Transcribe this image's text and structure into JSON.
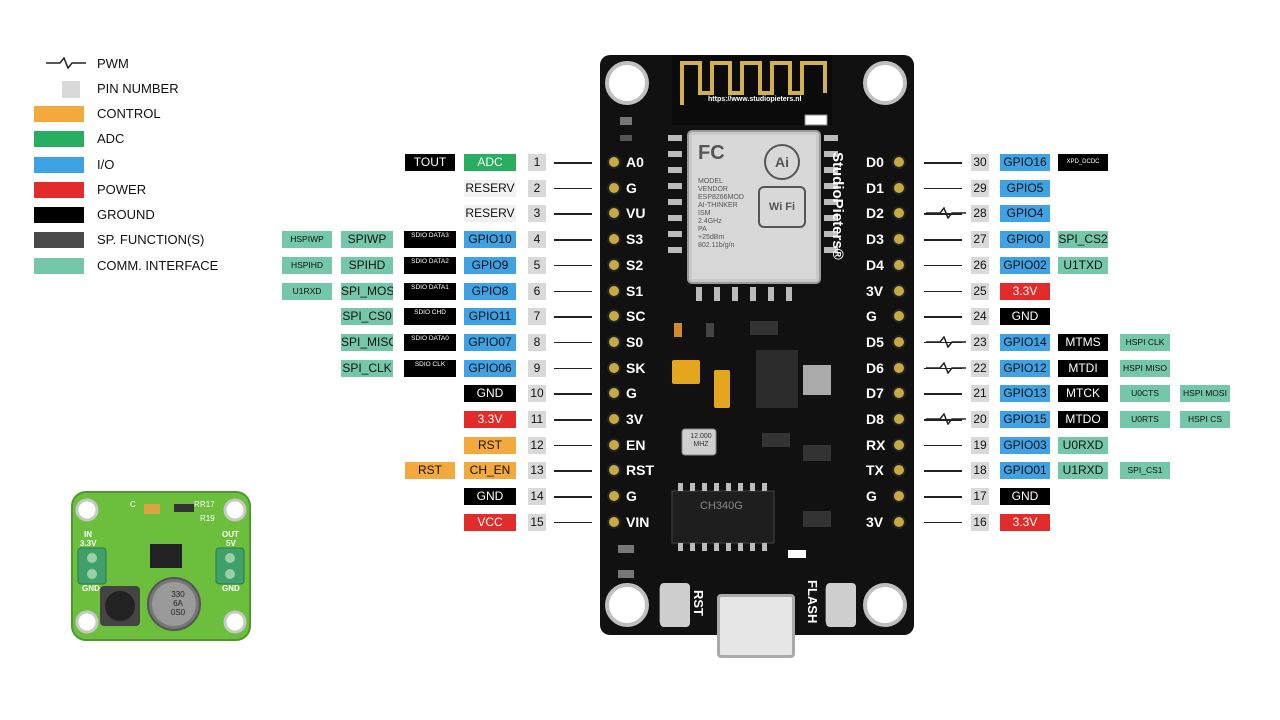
{
  "colors": {
    "control": "#f4a93c",
    "adc": "#27ae60",
    "io": "#3fa2e4",
    "power": "#e22c2c",
    "ground": "#000000",
    "sp_function": "#4a4a4a",
    "comm": "#74c7a8",
    "pin_number": "#d9d9d9",
    "reserv": "#f1f1f1",
    "board": "#111111"
  },
  "legend": {
    "pwm": "PWM",
    "pin_number": "PIN NUMBER",
    "control": "CONTROL",
    "adc": "ADC",
    "io": "I/O",
    "power": "POWER",
    "ground": "GROUND",
    "sp_function": "SP. FUNCTION(S)",
    "comm": "COMM. INTERFACE"
  },
  "left_pins": [
    {
      "num": "1",
      "board": "A0",
      "main": "ADC",
      "main_type": "adc",
      "extra": [
        {
          "text": "TOUT",
          "type": "ground"
        }
      ]
    },
    {
      "num": "2",
      "board": "G",
      "main": "RESERV",
      "main_type": "reserv",
      "extra": []
    },
    {
      "num": "3",
      "board": "VU",
      "main": "RESERV",
      "main_type": "reserv",
      "extra": []
    },
    {
      "num": "4",
      "board": "S3",
      "main": "GPIO10",
      "main_type": "io",
      "sdio": "SDIO DATA3",
      "extra": [
        {
          "text": "SPIWP",
          "type": "comm"
        },
        {
          "text": "HSPIWP",
          "type": "comm"
        }
      ]
    },
    {
      "num": "5",
      "board": "S2",
      "main": "GPIO9",
      "main_type": "io",
      "sdio": "SDIO DATA2",
      "extra": [
        {
          "text": "SPIHD",
          "type": "comm"
        },
        {
          "text": "HSPIHD",
          "type": "comm"
        }
      ]
    },
    {
      "num": "6",
      "board": "S1",
      "main": "GPIO8",
      "main_type": "io",
      "sdio": "SDIO DATA1",
      "extra": [
        {
          "text": "SPI_MOSI",
          "type": "comm"
        },
        {
          "text": "U1RXD",
          "type": "comm"
        }
      ]
    },
    {
      "num": "7",
      "board": "SC",
      "main": "GPIO11",
      "main_type": "io",
      "sdio": "SDIO CHD",
      "extra": [
        {
          "text": "SPI_CS0",
          "type": "comm"
        }
      ]
    },
    {
      "num": "8",
      "board": "S0",
      "main": "GPIO07",
      "main_type": "io",
      "sdio": "SDIO DATA0",
      "extra": [
        {
          "text": "SPI_MISO",
          "type": "comm"
        }
      ]
    },
    {
      "num": "9",
      "board": "SK",
      "main": "GPIO06",
      "main_type": "io",
      "sdio": "SDIO CLK",
      "extra": [
        {
          "text": "SPI_CLK",
          "type": "comm"
        }
      ]
    },
    {
      "num": "10",
      "board": "G",
      "main": "GND",
      "main_type": "ground",
      "extra": []
    },
    {
      "num": "11",
      "board": "3V",
      "main": "3.3V",
      "main_type": "power",
      "extra": []
    },
    {
      "num": "12",
      "board": "EN",
      "main": "RST",
      "main_type": "control",
      "extra": []
    },
    {
      "num": "13",
      "board": "RST",
      "main": "CH_EN",
      "main_type": "control",
      "extra": [
        {
          "text": "RST",
          "type": "control"
        }
      ]
    },
    {
      "num": "14",
      "board": "G",
      "main": "GND",
      "main_type": "ground",
      "extra": []
    },
    {
      "num": "15",
      "board": "VIN",
      "main": "VCC",
      "main_type": "power",
      "extra": []
    }
  ],
  "right_pins": [
    {
      "num": "30",
      "board": "D0",
      "main": "GPIO16",
      "main_type": "io",
      "pwm": false,
      "extra": [
        {
          "text": "XPD_DCDC",
          "type": "ground",
          "size": "tiny2"
        }
      ]
    },
    {
      "num": "29",
      "board": "D1",
      "main": "GPIO5",
      "main_type": "io",
      "pwm": false,
      "extra": []
    },
    {
      "num": "28",
      "board": "D2",
      "main": "GPIO4",
      "main_type": "io",
      "pwm": true,
      "extra": []
    },
    {
      "num": "27",
      "board": "D3",
      "main": "GPIO0",
      "main_type": "io",
      "pwm": false,
      "extra": [
        {
          "text": "SPI_CS2",
          "type": "comm"
        }
      ]
    },
    {
      "num": "26",
      "board": "D4",
      "main": "GPIO02",
      "main_type": "io",
      "pwm": false,
      "extra": [
        {
          "text": "U1TXD",
          "type": "comm"
        }
      ]
    },
    {
      "num": "25",
      "board": "3V",
      "main": "3.3V",
      "main_type": "power",
      "pwm": false,
      "extra": []
    },
    {
      "num": "24",
      "board": "G",
      "main": "GND",
      "main_type": "ground",
      "pwm": false,
      "extra": []
    },
    {
      "num": "23",
      "board": "D5",
      "main": "GPIO14",
      "main_type": "io",
      "pwm": true,
      "extra": [
        {
          "text": "MTMS",
          "type": "ground"
        },
        {
          "text": "HSPI CLK",
          "type": "comm",
          "size": "sm"
        }
      ]
    },
    {
      "num": "22",
      "board": "D6",
      "main": "GPIO12",
      "main_type": "io",
      "pwm": true,
      "extra": [
        {
          "text": "MTDI",
          "type": "ground"
        },
        {
          "text": "HSPI MISO",
          "type": "comm",
          "size": "sm"
        }
      ]
    },
    {
      "num": "21",
      "board": "D7",
      "main": "GPIO13",
      "main_type": "io",
      "pwm": false,
      "extra": [
        {
          "text": "MTCK",
          "type": "ground"
        },
        {
          "text": "U0CTS",
          "type": "comm",
          "size": "sm"
        },
        {
          "text": "HSPI MOSI",
          "type": "comm",
          "size": "sm"
        }
      ]
    },
    {
      "num": "20",
      "board": "D8",
      "main": "GPIO15",
      "main_type": "io",
      "pwm": true,
      "extra": [
        {
          "text": "MTDO",
          "type": "ground"
        },
        {
          "text": "U0RTS",
          "type": "comm",
          "size": "sm"
        },
        {
          "text": "HSPI CS",
          "type": "comm",
          "size": "sm"
        }
      ]
    },
    {
      "num": "19",
      "board": "RX",
      "main": "GPIO03",
      "main_type": "io",
      "pwm": false,
      "extra": [
        {
          "text": "U0RXD",
          "type": "comm"
        }
      ]
    },
    {
      "num": "18",
      "board": "TX",
      "main": "GPIO01",
      "main_type": "io",
      "pwm": false,
      "extra": [
        {
          "text": "U1RXD",
          "type": "comm"
        },
        {
          "text": "SPI_CS1",
          "type": "comm",
          "size": "sm"
        }
      ]
    },
    {
      "num": "17",
      "board": "G",
      "main": "GND",
      "main_type": "ground",
      "pwm": false,
      "extra": []
    },
    {
      "num": "16",
      "board": "3V",
      "main": "3.3V",
      "main_type": "power",
      "pwm": false,
      "extra": []
    }
  ],
  "board": {
    "url": "https://www.studiopieters.nl",
    "brand": "StudioPieters",
    "brand_mark": "®",
    "rst_label": "RST",
    "flash_label": "FLASH",
    "crystal_freq": "12.000",
    "crystal_unit": "MHZ",
    "usb_chip": "CH340G",
    "module_text": [
      "MODEL",
      "VENDOR",
      "ESP8266MOD",
      "AI-THINKER",
      "ISM",
      "2.4GHz",
      "PA",
      "+25dBm",
      "802.11b/g/n"
    ],
    "module_logo_ai": "Ai",
    "module_logo_fc": "FC",
    "module_logo_wifi": "Wi Fi"
  },
  "buck_module": {
    "in_label": "IN",
    "in_voltage": "3.3V",
    "out_label": "OUT",
    "out_voltage": "5V",
    "gnd_left": "GND",
    "gnd_right": "GND",
    "cap_value": "330",
    "cap_rating": "6A",
    "cap_code": "0S0",
    "silk_r": "R",
    "silk_r17": "R17",
    "silk_r19": "R19",
    "silk_c": "C"
  }
}
